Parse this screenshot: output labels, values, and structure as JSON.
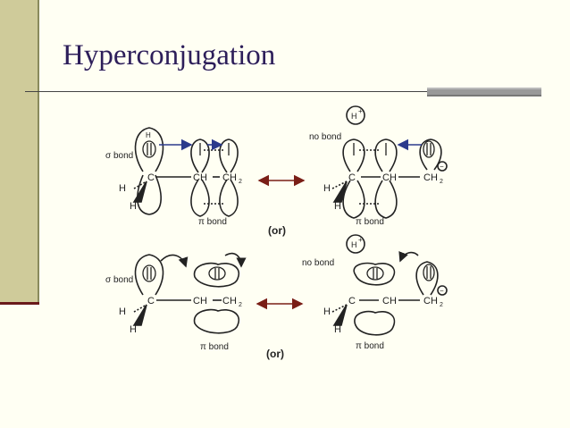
{
  "slide": {
    "title": "Hyperconjugation"
  },
  "diagram": {
    "top": {
      "sigma_bond": "σ bond",
      "pi_bond": "π bond",
      "h_label": "H",
      "c_label": "C",
      "ch_label": "CH",
      "ch2_label": "CH",
      "sub2": "2",
      "no_bond": "no bond",
      "h_plus": "H",
      "plus": "+",
      "minus": "−",
      "or": "(or)"
    },
    "bottom": {
      "sigma_bond": "σ bond",
      "pi_bond": "π bond",
      "no_bond": "no bond",
      "or": "(or)"
    },
    "colors": {
      "title": "#2d1e5a",
      "sidebar": "#cfcb9a",
      "arrow_blue": "#2b3a8c",
      "arrow_brown": "#7a1e16",
      "line": "#222222"
    }
  }
}
